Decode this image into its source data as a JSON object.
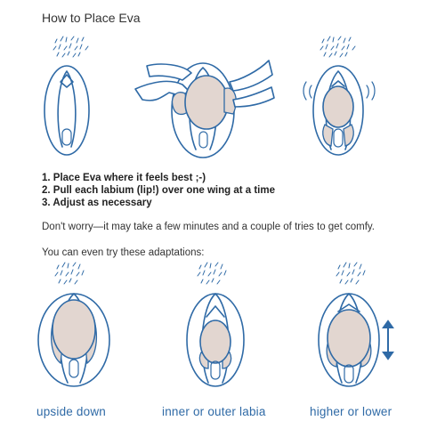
{
  "title": "How to Place Eva",
  "steps": [
    "1. Place Eva where it feels best ;-)",
    "2. Pull each labium (lip!) over one wing at a time",
    "3. Adjust as necessary"
  ],
  "note": "Don't worry—it may take a few minutes and a couple of tries to get comfy.",
  "adaptations_intro": "You can even try these adaptations:",
  "captions": [
    "upside down",
    "inner or outer labia",
    "higher or lower"
  ],
  "colors": {
    "line": "#2f6aa6",
    "fill": "#e2d6d0"
  }
}
